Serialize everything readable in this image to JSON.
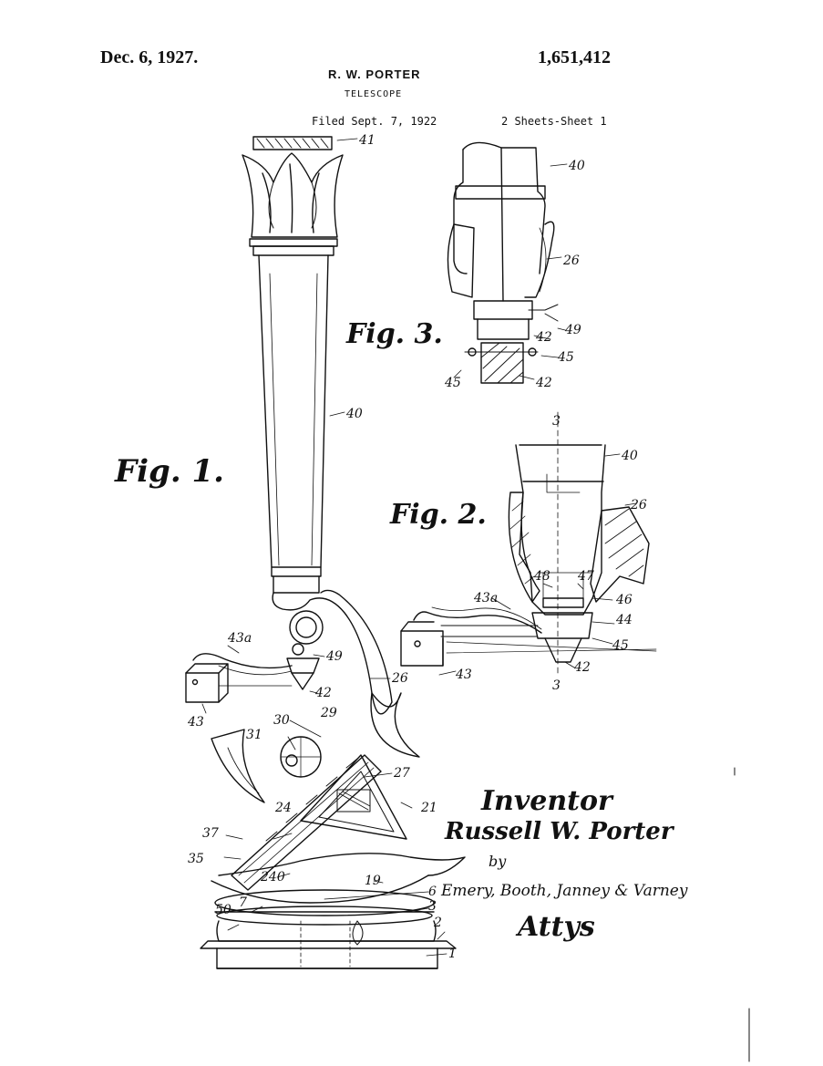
{
  "header": {
    "date": "Dec. 6, 1927.",
    "patent_number": "1,651,412",
    "inventor": "R. W. PORTER",
    "title": "TELESCOPE",
    "filed": "Filed Sept. 7, 1922",
    "sheets": "2 Sheets-Sheet 1"
  },
  "figures": {
    "fig1": "Fig. 1.",
    "fig2": "Fig. 2.",
    "fig3": "Fig. 3."
  },
  "reference_numerals": {
    "fig1": [
      "41",
      "40",
      "43a",
      "49",
      "42",
      "43",
      "26",
      "29",
      "30",
      "31",
      "27",
      "24",
      "21",
      "37",
      "35",
      "240",
      "19",
      "6",
      "7",
      "3",
      "50",
      "2",
      "1"
    ],
    "fig2": [
      "3",
      "40",
      "26",
      "43a",
      "48",
      "47",
      "46",
      "44",
      "45",
      "43",
      "42",
      "3"
    ],
    "fig3": [
      "40",
      "26",
      "49",
      "42",
      "45",
      "45",
      "42"
    ]
  },
  "signature": {
    "heading": "Inventor",
    "name": "Russell W. Porter",
    "by": "by",
    "attorneys": "Emery, Booth, Janney & Varney",
    "attys": "Attys"
  }
}
